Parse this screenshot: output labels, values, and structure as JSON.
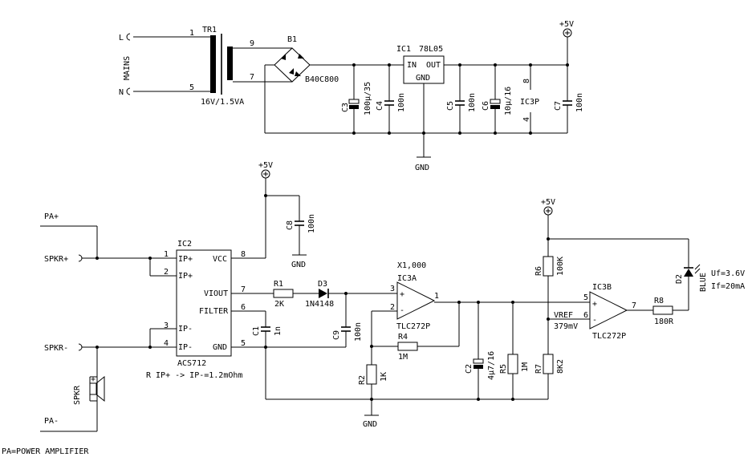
{
  "power": {
    "mains_l": "L",
    "mains_n": "N",
    "mains_label": "MAINS",
    "tr1": "TR1",
    "tr1_pin1": "1",
    "tr1_pin5": "5",
    "tr1_pin9": "9",
    "tr1_pin7": "7",
    "tr1_rating": "16V/1.5VA",
    "b1": "B1",
    "b1_type": "B40C800",
    "ic1": "IC1",
    "ic1_type": "78L05",
    "ic1_in": "IN",
    "ic1_out": "OUT",
    "ic1_gnd": "GND",
    "c3": "C3",
    "c3_val": "100µ/35",
    "c4": "C4",
    "c4_val": "100n",
    "c5": "C5",
    "c5_val": "100n",
    "c6": "C6",
    "c6_val": "10µ/16",
    "ic3p": "IC3P",
    "ic3p_pin8": "8",
    "ic3p_pin4": "4",
    "c7": "C7",
    "c7_val": "100n",
    "vcc": "+5V",
    "gnd": "GND"
  },
  "sensor": {
    "vcc": "+5V",
    "c8": "C8",
    "c8_val": "100n",
    "gnd": "GND",
    "pa_plus": "PA+",
    "spkr_plus": "SPKR+",
    "spkr_minus": "SPKR-",
    "pa_minus": "PA-",
    "speaker": "SPKR",
    "spk_plus_sign": "+",
    "ic2": "IC2",
    "ic2_type": "ACS712",
    "pins": {
      "p1": "1",
      "p2": "2",
      "p3": "3",
      "p4": "4",
      "p5": "5",
      "p6": "6",
      "p7": "7",
      "p8": "8"
    },
    "pin_names": {
      "ip1": "IP+",
      "ip2": "IP+",
      "ipm1": "IP-",
      "ipm2": "IP-",
      "vcc": "VCC",
      "viout": "VIOUT",
      "filter": "FILTER",
      "gnd": "GND"
    },
    "r1": "R1",
    "r1_val": "2K",
    "d3": "D3",
    "d3_type": "1N4148",
    "c1": "C1",
    "c1_val": "1n",
    "c9": "C9",
    "c9_val": "100n",
    "note": "R IP+ -> IP-=1.2mOhm",
    "footer": "PA=POWER AMPLIFIER"
  },
  "amplifier": {
    "gain": "X1,000",
    "ic3a": "IC3A",
    "ic3a_type": "TLC272P",
    "pin3": "3",
    "pin2": "2",
    "pin1": "1",
    "plus": "+",
    "minus": "-",
    "r4": "R4",
    "r4_val": "1M",
    "r2": "R2",
    "r2_val": "1K",
    "gnd": "GND",
    "c2": "C2",
    "c2_val": "4µ7/16",
    "r5": "R5",
    "r5_val": "1M"
  },
  "comparator": {
    "vcc": "+5V",
    "r6": "R6",
    "r6_val": "100K",
    "vref": "VREF",
    "vref_val": "379mV",
    "r7": "R7",
    "r7_val": "8K2",
    "ic3b": "IC3B",
    "ic3b_type": "TLC272P",
    "pin5": "5",
    "pin6": "6",
    "pin7": "7",
    "plus": "+",
    "minus": "-",
    "r8": "R8",
    "r8_val": "180R",
    "d2": "D2",
    "d2_color": "BLUE",
    "uf": "Uf=3.6V",
    "if": "If=20mA"
  }
}
